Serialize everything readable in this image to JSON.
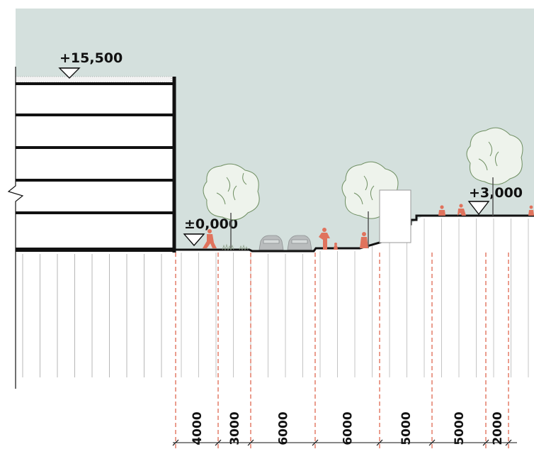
{
  "levels": {
    "roof": "+15,500",
    "ground": "±0,000",
    "upper": "+3,000"
  },
  "dimensions": [
    "4000",
    "3000",
    "6000",
    "6000",
    "5000",
    "5000",
    "2000"
  ],
  "colors": {
    "sky": "#d4e0dd",
    "ground_hatch": "#b7b7b7",
    "structure": "#111111",
    "people": "#e0735d",
    "dim_lines": "#e0735d",
    "tree_line": "#6f8f62",
    "tree_fill": "#eef3ec"
  }
}
